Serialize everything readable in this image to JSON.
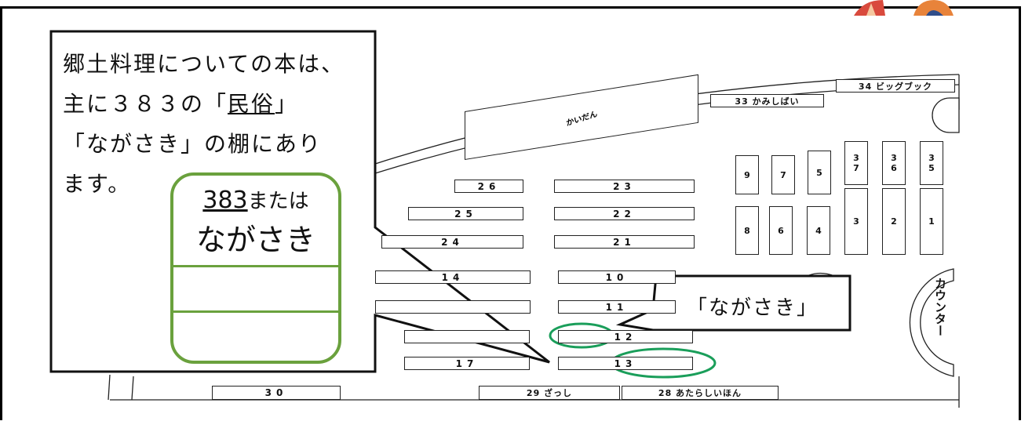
{
  "speech_bubble": {
    "line1": "郷土料理についての本は、",
    "line2_pre": "主に３８３の「",
    "line2_u": "民俗",
    "line2_post": "」",
    "line3": "「ながさき」の棚にあり",
    "line4": "ます。"
  },
  "book_card": {
    "code_number": "383",
    "code_suffix": "または",
    "label": "ながさき"
  },
  "callout": {
    "text": "「ながさき」"
  },
  "floor_map": {
    "stairs_label": "かいだん",
    "counter_label": "カウンター",
    "shelves": {
      "s34": "34 ビッグブック",
      "s33": "33 かみしばい",
      "s26": "26",
      "s25": "25",
      "s24": "24",
      "s23": "23",
      "s22": "22",
      "s21": "21",
      "s14": "14",
      "s10": "10",
      "s11": "11",
      "s12": "12",
      "s13": "13",
      "s17": "17",
      "s30": "30",
      "s29": "29 ざっし",
      "s28": "28 あたらしいほん",
      "s9": "9",
      "s7": "7",
      "s5": "5",
      "s37": "37",
      "s36": "36",
      "s35": "35",
      "s8": "8",
      "s6": "6",
      "s4": "4",
      "s3": "3",
      "s2": "2",
      "s1": "1"
    }
  },
  "colors": {
    "highlight_green": "#1a9e5a",
    "card_green": "#6aa13d"
  }
}
